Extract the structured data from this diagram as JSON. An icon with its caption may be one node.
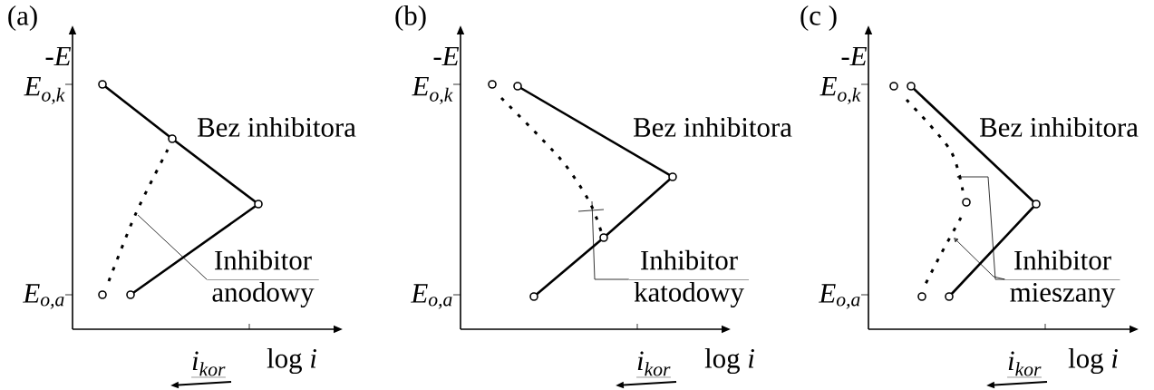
{
  "diagram": {
    "nodes": [
      {
        "text": [
          "Inhibitor",
          "anodowy"
        ]
      },
      {
        "text": [
          "Inhibitor",
          "katodowy"
        ]
      },
      {
        "text": [
          "Inhibitor",
          "mieszany"
        ]
      }
    ],
    "edges": [
      {
        "from": 0,
        "to": null,
        "arrow": "none"
      },
      {
        "from": 1,
        "to": null,
        "arrow": "none"
      },
      {
        "from": 2,
        "to": null,
        "arrow": "to"
      },
      {
        "from": 2,
        "to": null,
        "arrow": "to"
      }
    ],
    "labels": [
      "(a)",
      "-E",
      "E$_{o,k}$",
      "E$_{o,a}$",
      "Bez  inhibitora",
      "log *i*",
      "i$_{kor}$",
      "(b)",
      "-E",
      "E$_{o,k}$",
      "E$_{o,a}$",
      "Bez inhibitora",
      "log *i*",
      "i$_{kor}$",
      "(c )",
      "-E",
      "E$_{o,k}$",
      "E$_{o,a}$",
      "Bez inhibitora",
      "log *i*",
      "i$_{kor}$"
    ]
  }
}
